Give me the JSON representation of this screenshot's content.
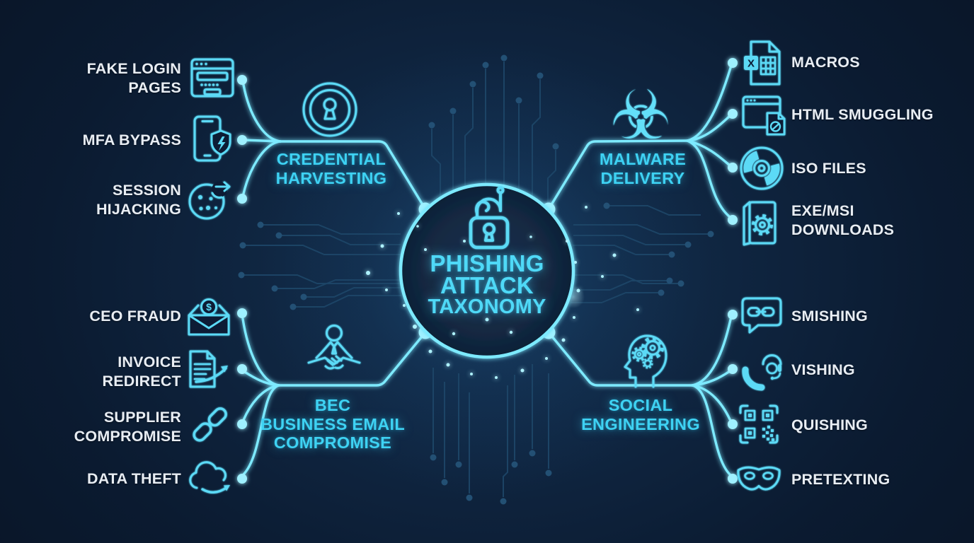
{
  "center": {
    "title_lines": [
      "PHISHING",
      "ATTACK",
      "TAXONOMY"
    ],
    "icon": "hooked-padlock-icon"
  },
  "branches": [
    {
      "id": "credential-harvesting",
      "title_lines": [
        "CREDENTIAL",
        "HARVESTING"
      ],
      "icon": "keyhole-badge-icon",
      "items": [
        {
          "label_lines": [
            "FAKE LOGIN",
            "PAGES"
          ],
          "icon": "browser-login-icon"
        },
        {
          "label_lines": [
            "MFA BYPASS"
          ],
          "icon": "phone-shield-icon"
        },
        {
          "label_lines": [
            "SESSION",
            "HIJACKING"
          ],
          "icon": "cookie-icon"
        }
      ]
    },
    {
      "id": "malware-delivery",
      "title_lines": [
        "MALWARE",
        "DELIVERY"
      ],
      "icon": "biohazard-icon",
      "items": [
        {
          "label_lines": [
            "MACROS"
          ],
          "icon": "spreadsheet-file-icon"
        },
        {
          "label_lines": [
            "HTML SMUGGLING"
          ],
          "icon": "browser-document-icon"
        },
        {
          "label_lines": [
            "ISO FILES"
          ],
          "icon": "disc-icon"
        },
        {
          "label_lines": [
            "EXE/MSI",
            "DOWNLOADS"
          ],
          "icon": "software-box-icon"
        }
      ]
    },
    {
      "id": "bec-business-email-compromise",
      "title_lines": [
        "BEC",
        "BUSINESS EMAIL",
        "COMPROMISE"
      ],
      "icon": "businessman-handshake-icon",
      "items": [
        {
          "label_lines": [
            "CEO FRAUD"
          ],
          "icon": "money-envelope-icon"
        },
        {
          "label_lines": [
            "INVOICE",
            "REDIRECT"
          ],
          "icon": "invoice-redirect-icon"
        },
        {
          "label_lines": [
            "SUPPLIER",
            "COMPROMISE"
          ],
          "icon": "chain-link-icon"
        },
        {
          "label_lines": [
            "DATA THEFT"
          ],
          "icon": "cloud-exfiltration-icon"
        }
      ]
    },
    {
      "id": "social-engineering",
      "title_lines": [
        "SOCIAL",
        "ENGINEERING"
      ],
      "icon": "head-gears-icon",
      "items": [
        {
          "label_lines": [
            "SMISHING"
          ],
          "icon": "sms-link-bubble-icon"
        },
        {
          "label_lines": [
            "VISHING"
          ],
          "icon": "phone-headset-icon"
        },
        {
          "label_lines": [
            "QUISHING"
          ],
          "icon": "qr-code-icon"
        },
        {
          "label_lines": [
            "PRETEXTING"
          ],
          "icon": "mask-icon"
        }
      ]
    }
  ],
  "glyphs": {
    "biohazard": "☣",
    "dollar": "$",
    "excel_x": "X"
  },
  "colors": {
    "background": "#0b1a2e",
    "connector": "#7deaff",
    "icon_accent": "#5bdaf6",
    "branch_title": "#3ed2f3",
    "item_label": "#e8edf3",
    "circuit_trace": "#1e4769"
  }
}
